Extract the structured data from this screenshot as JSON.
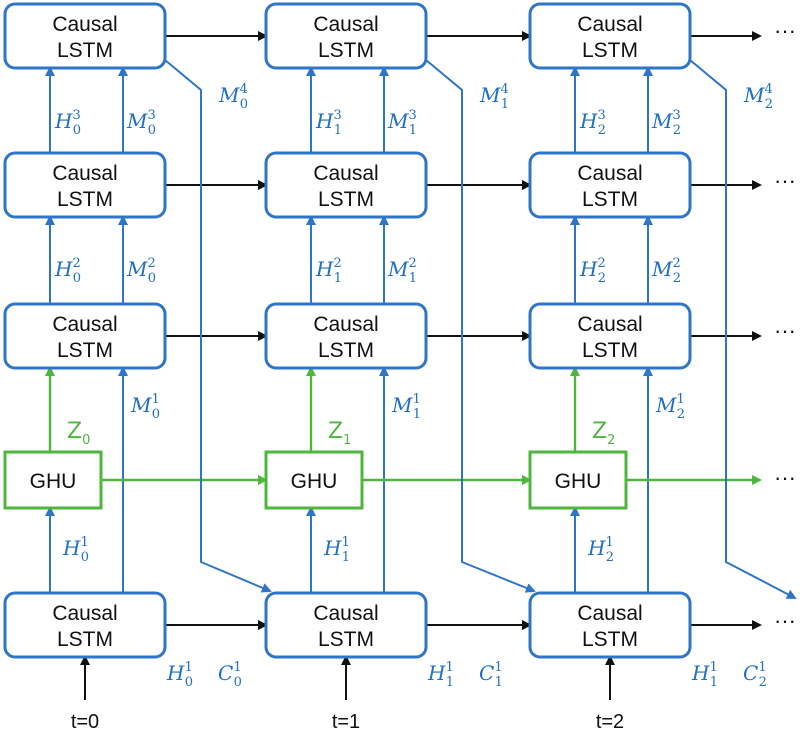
{
  "boxes": {
    "lstm_line1": "Causal",
    "lstm_line2": "LSTM",
    "ghu": "GHU"
  },
  "time_labels": [
    "t=0",
    "t=1",
    "t=2"
  ],
  "ellipsis": "···",
  "h_symbol": "H",
  "m_symbol": "M",
  "c_symbol": "C",
  "z_symbol": "Z",
  "columns": [
    {
      "t": "0",
      "h3": "3",
      "m3": "3",
      "m4": "4",
      "h2": "2",
      "m2": "2",
      "m1": "1",
      "z": "0",
      "h1": "1",
      "out_h": "1",
      "out_c": "1",
      "out_h_sub": "0",
      "out_c_sub": "0"
    },
    {
      "t": "1",
      "h3": "3",
      "m3": "3",
      "m4": "4",
      "h2": "2",
      "m2": "2",
      "m1": "1",
      "z": "1",
      "h1": "1",
      "out_h": "1",
      "out_c": "1",
      "out_h_sub": "1",
      "out_c_sub": "1"
    },
    {
      "t": "2",
      "h3": "3",
      "m3": "3",
      "m4": "4",
      "h2": "2",
      "m2": "2",
      "m1": "1",
      "z": "2",
      "h1": "1",
      "out_h": "1",
      "out_c": "1",
      "out_h_sub": "1",
      "out_c_sub": "2"
    }
  ],
  "colors": {
    "blue": "#2e75c9",
    "green": "#4fb53f",
    "black": "#111111"
  }
}
